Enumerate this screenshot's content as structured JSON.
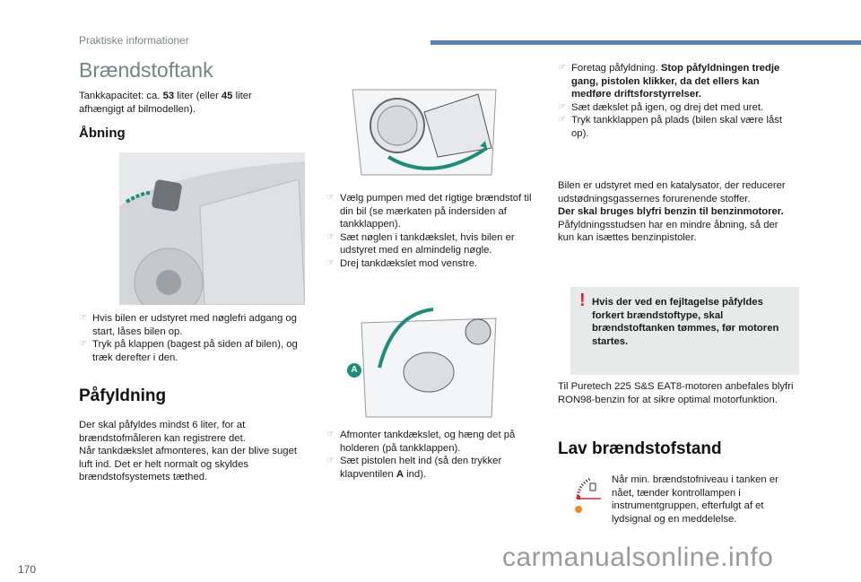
{
  "header": {
    "section": "Praktiske informationer",
    "page_number": "170"
  },
  "title": "Brændstoftank",
  "intro": {
    "a": "Tankkapacitet: ca. ",
    "v1": "53",
    "b": " liter (eller ",
    "v2": "45",
    "c": " liter afhængigt af bilmodellen)."
  },
  "opening": {
    "heading": "Åbning",
    "steps": [
      "Hvis bilen er udstyret med nøglefri adgang og start, låses bilen op.",
      "Tryk på klappen (bagest på siden af bilen), og træk derefter i den."
    ]
  },
  "refuel": {
    "heading": "Påfyldning",
    "text": "Der skal påfyldes mindst 6 liter, for at brændstofmåleren kan registrere det.\nNår tankdækslet afmonteres, kan der blive suget luft ind. Det er helt normalt og skyldes brændstofsystemets tæthed."
  },
  "col2": {
    "steps1": [
      "Vælg pumpen med det rigtige brændstof til din bil (se mærkaten på indersiden af tankklappen).",
      "Sæt nøglen i tankdækslet, hvis bilen er udstyret med en almindelig nøgle.",
      "Drej tankdækslet mod venstre."
    ],
    "step4": "Afmonter tankdækslet, og hæng det på holderen (på tankklappen).",
    "step5a": "Sæt pistolen helt ind (så den trykker klapventilen ",
    "step5b": "A",
    "step5c": " ind).",
    "callout": "A"
  },
  "col3": {
    "step6a": "Foretag påfyldning. ",
    "step6b": "Stop påfyldningen tredje gang, pistolen klikker, da det ellers kan medføre driftsforstyrrelser.",
    "step7": "Sæt dækslet på igen, og drej det med uret.",
    "step8": "Tryk tankklappen på plads (bilen skal være låst op).",
    "cat1": "Bilen er udstyret med en katalysator, der reducerer udstødningsgassernes forurenende stoffer.",
    "cat2": "Der skal bruges blyfri benzin til benzinmotorer.",
    "cat3": "Påfyldningsstudsen har en mindre åbning, så der kun kan isættes benzinpistoler.",
    "warning": "Hvis der ved en fejltagelse påfyldes forkert brændstoftype, skal brændstoftanken tømmes, før motoren startes.",
    "puretech": "Til Puretech 225 S&S EAT8-motoren anbefales blyfri RON98-benzin for at sikre optimal motorfunktion.",
    "low_heading": "Lav brændstofstand",
    "low_text": "Når min. brændstofniveau i tanken er nået, tænder kontrollampen i instrumentgruppen, efterfulgt af et lydsignal og en meddelelse."
  },
  "bullet": "☞",
  "warn_mark": "!",
  "watermark": "carmanualsonline.info",
  "colors": {
    "accent": "#5b7fb6",
    "title": "#6f8484",
    "warning": "#e3202a",
    "teal": "#1e8c7a"
  }
}
